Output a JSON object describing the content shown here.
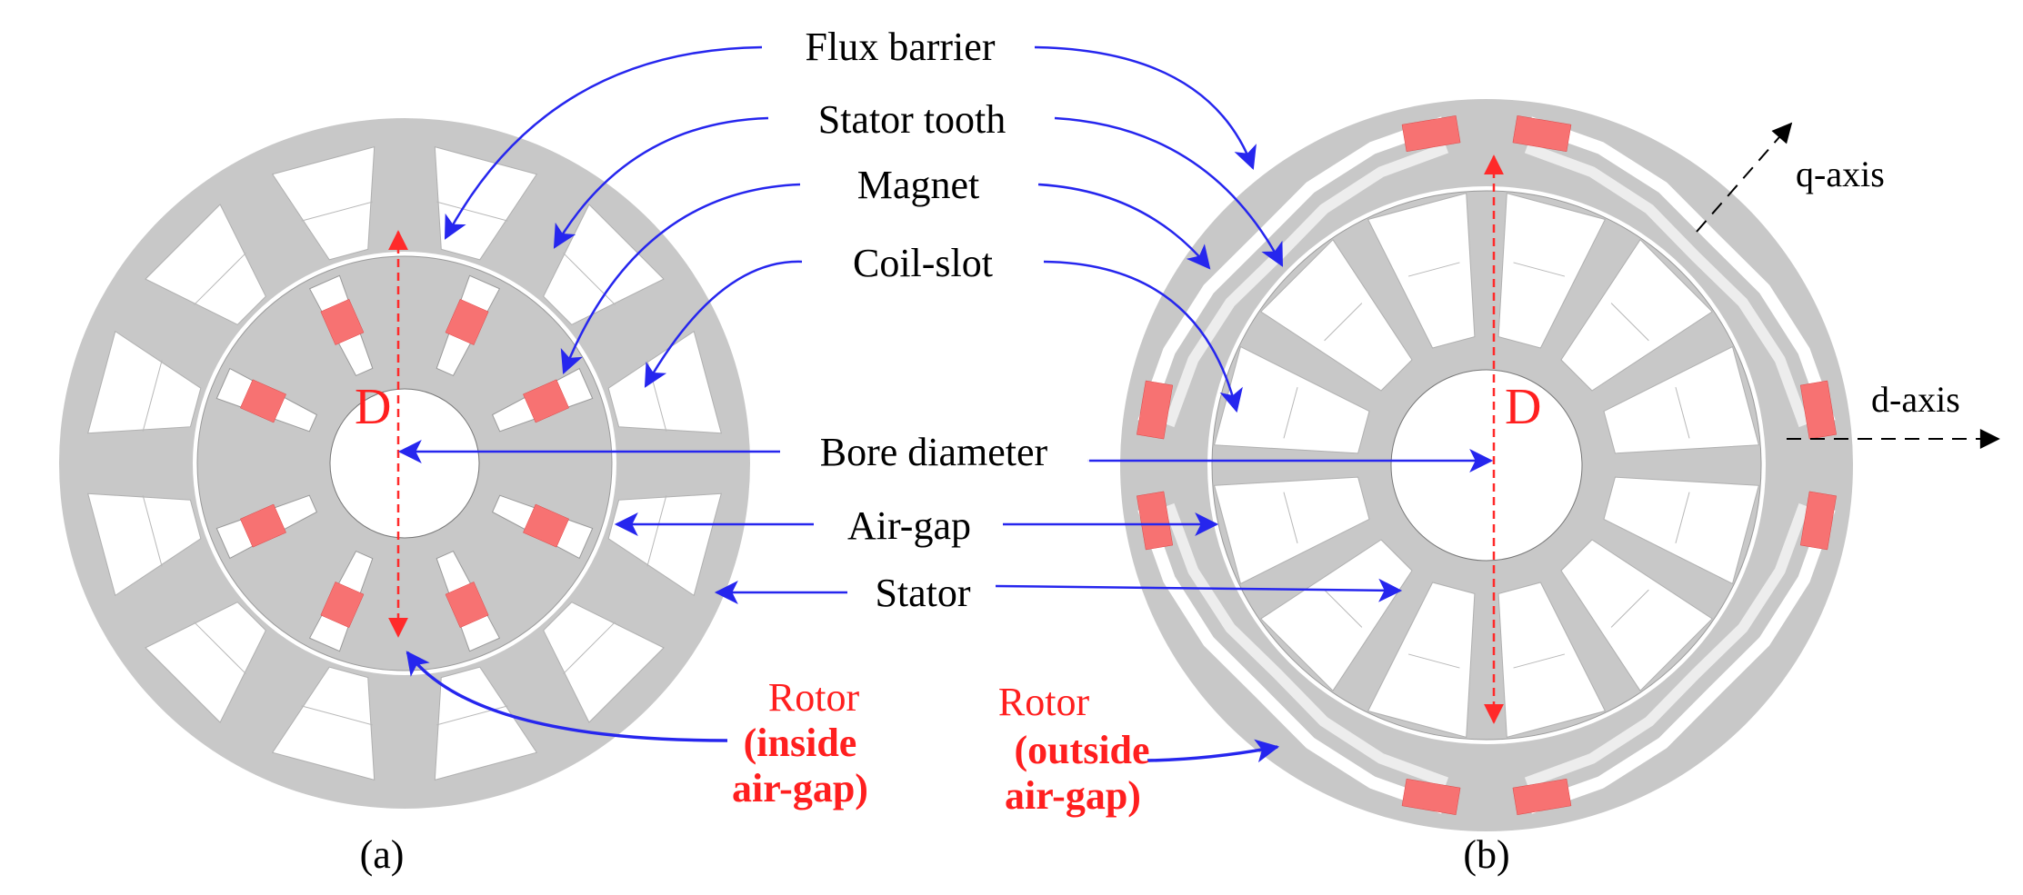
{
  "labels": {
    "flux_barrier": "Flux barrier",
    "stator_tooth": "Stator tooth",
    "magnet": "Magnet",
    "coil_slot": "Coil-slot",
    "bore_diameter": "Bore diameter",
    "air_gap": "Air-gap",
    "stator": "Stator",
    "q_axis": "q-axis",
    "d_axis": "d-axis",
    "diameter_a": "D",
    "diameter_b": "D",
    "rotor_a": {
      "line1": "Rotor",
      "line2": "(inside",
      "line3": "air-gap)"
    },
    "rotor_b": {
      "line1": "Rotor",
      "line2": "(outside",
      "line3": "air-gap)"
    },
    "caption_a": "(a)",
    "caption_b": "(b)"
  },
  "colors": {
    "iron": "#c8c8c8",
    "slot": "#ffffff",
    "magnet": "#f77272",
    "barrier": "#ededed",
    "arrow": "#2626ee",
    "dimension": "#ff2a2a",
    "label_red": "#ff1f1f"
  }
}
